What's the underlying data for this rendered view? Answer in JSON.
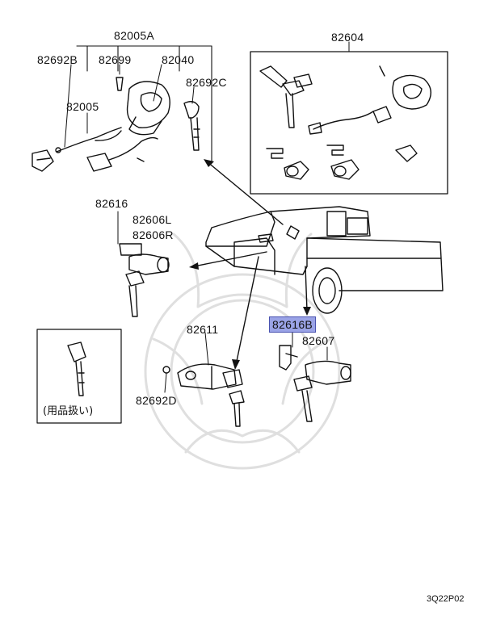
{
  "labels": {
    "p82005A": "82005A",
    "p82604": "82604",
    "p82692B": "82692B",
    "p82699": "82699",
    "p82040": "82040",
    "p82692C": "82692C",
    "p82005": "82005",
    "p82616": "82616",
    "p82606L": "82606L",
    "p82606R": "82606R",
    "p82611": "82611",
    "p82616B": "82616B",
    "p82607": "82607",
    "p82692D": "82692D"
  },
  "note": "(用品扱い)",
  "page_code": "3Q22P02",
  "highlight_color": "#9aa3e6"
}
